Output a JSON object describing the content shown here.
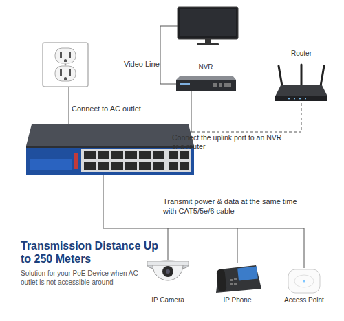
{
  "diagram": {
    "title": "Transmission Distance Up to 250 Meters",
    "nodes": [
      {
        "text": [
          "NVR"
        ]
      },
      {
        "text": [
          "Router"
        ]
      },
      {
        "text": [
          "IP Camera"
        ]
      },
      {
        "text": [
          "IP Phone"
        ]
      },
      {
        "text": [
          "Access Point"
        ]
      }
    ],
    "labels": [
      "Video Line",
      "Connect to AC outlet",
      "Connect the uplink port to an NVR or a router",
      "Transmit power & data at the same time with CAT5/5e/6 cable",
      "Solution for your PoE Device when AC outlet is not accessible around"
    ]
  }
}
